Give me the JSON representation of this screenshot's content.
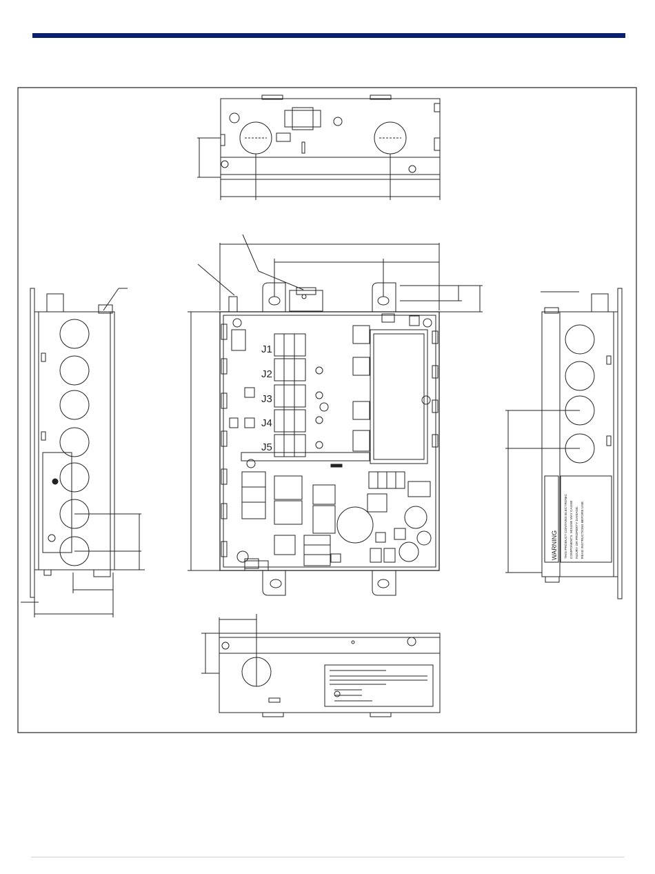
{
  "colors": {
    "accent_rule": "#0a1f6e",
    "line": "#222222",
    "footer_rule": "#cfcfcf"
  },
  "connectors": [
    "J1",
    "J2",
    "J3",
    "J4",
    "J5"
  ],
  "warning_label": {
    "title": "WARNING",
    "lines": [
      "THIS PRODUCT CONTAINS ELECTRONIC",
      "COMPONENTS. MISUSE MAY CAUSE",
      "INJURY OR PROPERTY DAMAGE.",
      "READ INSTRUCTIONS BEFORE USE."
    ]
  }
}
